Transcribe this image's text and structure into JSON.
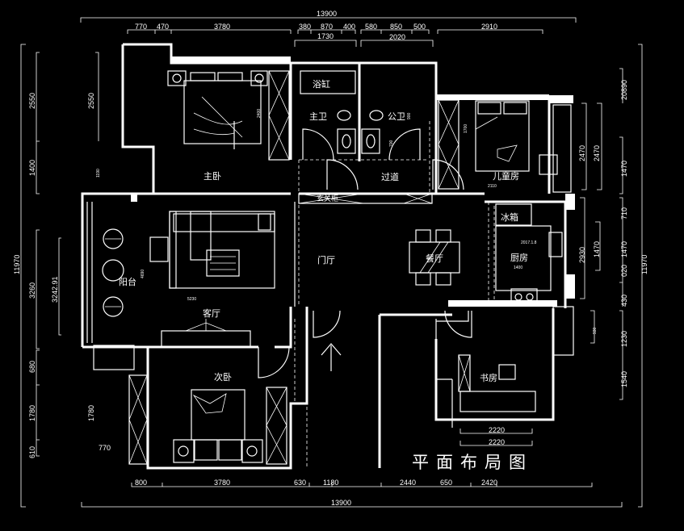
{
  "drawing_title": "平面布局图",
  "rooms": {
    "master_bedroom": "主卧",
    "bathtub": "浴缸",
    "master_bath": "主卫",
    "public_bath": "公卫",
    "corridor": "过道",
    "kids_room": "儿童房",
    "entry_cabinet": "玄关柜",
    "fridge": "冰箱",
    "foyer": "门厅",
    "dining": "餐厅",
    "kitchen": "厨房",
    "balcony": "阳台",
    "living": "客厅",
    "second_bedroom": "次卧",
    "study": "书房"
  },
  "dimensions": {
    "top_total": "13900",
    "top": [
      "770",
      "470",
      "3780",
      "380",
      "870",
      "400",
      "580",
      "850",
      "500",
      "2910"
    ],
    "top_sub": [
      "1730",
      "2020"
    ],
    "bottom": [
      "800",
      "3780",
      "630",
      "1180",
      "2440",
      "650",
      "2420"
    ],
    "bottom_total": "13900",
    "study_width": [
      "2220",
      "2220"
    ],
    "left_total": "11970",
    "left": [
      "2550",
      "1400",
      "3260",
      "680",
      "1780",
      "610"
    ],
    "left_inner": [
      "2550",
      "3242.91",
      "1780",
      "1190",
      "770"
    ],
    "right_total": "11970",
    "right": [
      "20890",
      "1470",
      "710",
      "1470",
      "020",
      "430",
      "1230",
      "1540"
    ],
    "right_inner": [
      "2470",
      "2470",
      "2930",
      "1470",
      "930"
    ],
    "small_notes": [
      "2017.1.8",
      "1400",
      "2110",
      "5230",
      "4690",
      "2400",
      "1700",
      "900",
      "700"
    ]
  }
}
